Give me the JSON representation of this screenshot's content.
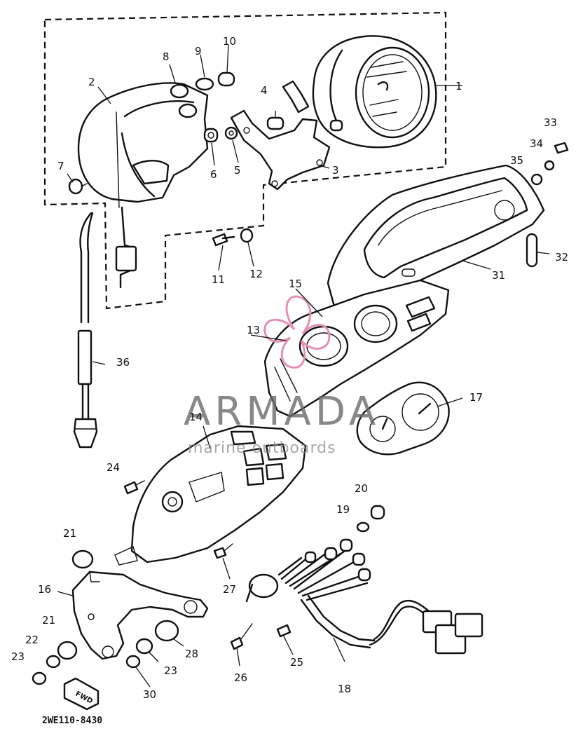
{
  "diagram": {
    "drawing_code": "2WE110-8430",
    "direction_mark": "FWD",
    "watermark": {
      "brand": "ARMADA",
      "tagline": "marine outboards",
      "logo_color": "#e58fb8"
    },
    "callouts": {
      "c1": "1",
      "c2": "2",
      "c3": "3",
      "c4": "4",
      "c5": "5",
      "c6": "6",
      "c7": "7",
      "c8": "8",
      "c9": "9",
      "c10": "10",
      "c11": "11",
      "c12": "12",
      "c13": "13",
      "c14": "14",
      "c15": "15",
      "c16": "16",
      "c17": "17",
      "c18": "18",
      "c19": "19",
      "c20": "20",
      "c21a": "21",
      "c21b": "21",
      "c22": "22",
      "c23a": "23",
      "c23b": "23",
      "c24": "24",
      "c25": "25",
      "c26": "26",
      "c27": "27",
      "c28": "28",
      "c30": "30",
      "c31": "31",
      "c32": "32",
      "c33": "33",
      "c34": "34",
      "c35": "35",
      "c36": "36"
    }
  }
}
